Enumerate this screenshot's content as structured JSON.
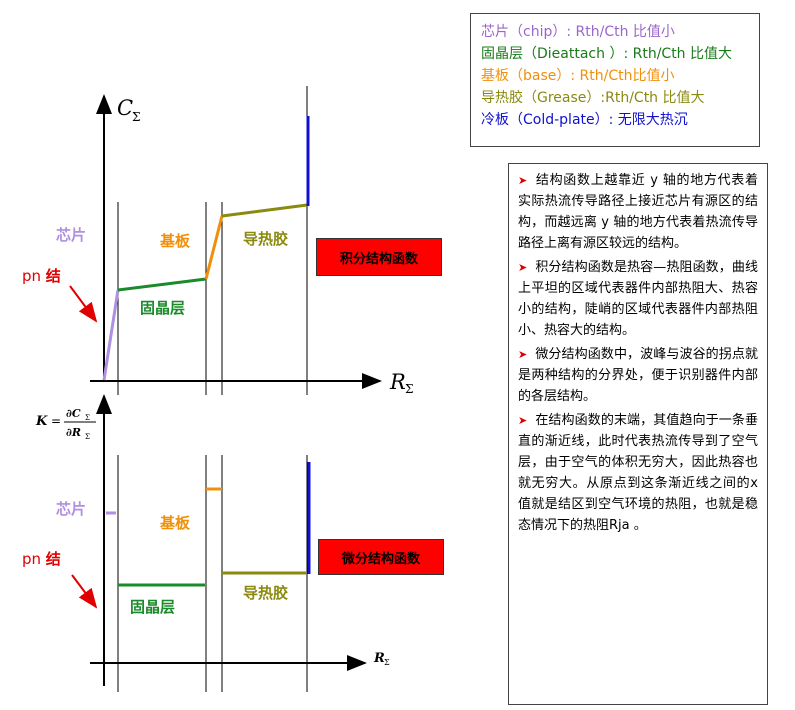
{
  "legend": [
    {
      "text": "芯片（chip）: Rth/Cth 比值小",
      "color": "#9966cc"
    },
    {
      "text": "固晶层（Dieattach   ）: Rth/Cth 比值大",
      "color": "#1a7a1a"
    },
    {
      "text": "基板（base）: Rth/Cth比值小",
      "color": "#f0900a"
    },
    {
      "text": "导热胶（Grease）:Rth/Cth 比值大",
      "color": "#8a8a10"
    },
    {
      "text": "冷板（Cold-plate）: 无限大热沉",
      "color": "#1010d0"
    }
  ],
  "explanations": [
    "结构函数上越靠近 y 轴的地方代表着实际热流传导路径上接近芯片有源区的结构，而越远离 y 轴的地方代表着热流传导路径上离有源区较远的结构。",
    "积分结构函数是热容—热阻函数，曲线上平坦的区域代表器件内部热阻大、热容小的结构，陡峭的区域代表器件内部热阻小、热容大的结构。",
    "微分结构函数中，波峰与波谷的拐点就是两种结构的分界处，便于识别器件内部的各层结构。",
    "在结构函数的末端，其值趋向于一条垂直的渐近线，此时代表热流传导到了空气层，由于空气的体积无穷大，因此热容也就无穷大。从原点到这条渐近线之间的x值就是结区到空气环境的热阻，也就是稳态情况下的热阻Rja 。"
  ],
  "top_chart": {
    "y_axis_label": "C",
    "y_axis_sub": "Σ",
    "x_axis_label": "R",
    "x_axis_sub": "Σ",
    "labels": {
      "chip": "芯片",
      "pn_prefix": "pn ",
      "pn_suffix": "结",
      "substrate": "基板",
      "grease": "导热胶",
      "die_attach": "固晶层"
    },
    "box_label": "积分结构函数"
  },
  "bottom_chart": {
    "formula_k": "K",
    "formula_num": "∂C",
    "formula_num_sub": "Σ",
    "formula_den": "∂R",
    "formula_den_sub": "Σ",
    "x_axis_label": "R",
    "x_axis_sub": "Σ",
    "labels": {
      "chip": "芯片",
      "pn_prefix": "pn ",
      "pn_suffix": "结",
      "substrate": "基板",
      "grease": "导热胶",
      "die_attach": "固晶层"
    },
    "box_label": "微分结构函数"
  },
  "colors": {
    "chip": "#b090e0",
    "die_attach": "#1a8a2a",
    "substrate": "#f0900a",
    "grease": "#8a8a10",
    "cold_plate": "#1010d0",
    "red": "#ff0000"
  }
}
